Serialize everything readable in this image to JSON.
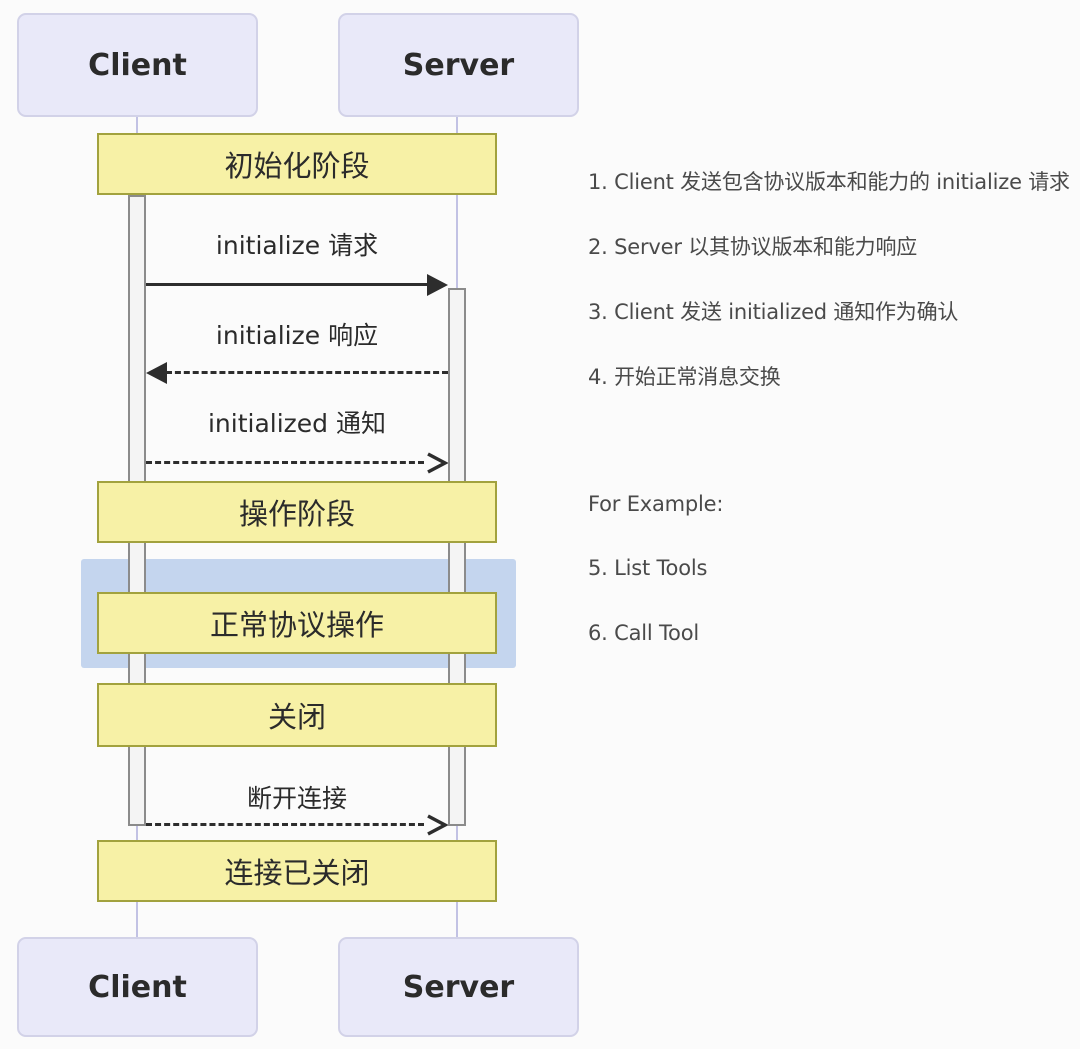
{
  "diagram": {
    "actors": {
      "client": "Client",
      "server": "Server"
    },
    "phases": [
      {
        "label": "初始化阶段"
      },
      {
        "label": "操作阶段"
      },
      {
        "label": "正常协议操作"
      },
      {
        "label": "关闭"
      },
      {
        "label": "连接已关闭"
      }
    ],
    "messages": [
      {
        "label": "initialize 请求",
        "from": "Client",
        "to": "Server",
        "line": "solid",
        "head": "filled"
      },
      {
        "label": "initialize 响应",
        "from": "Server",
        "to": "Client",
        "line": "dashed",
        "head": "filled"
      },
      {
        "label": "initialized 通知",
        "from": "Client",
        "to": "Server",
        "line": "dashed",
        "head": "open"
      },
      {
        "label": "断开连接",
        "from": "Client",
        "to": "Server",
        "line": "dashed",
        "head": "open"
      }
    ]
  },
  "annotations": {
    "steps": [
      "1. Client 发送包含协议版本和能力的 initialize 请求",
      "2. Server 以其协议版本和能力响应",
      "3. Client 发送 initialized 通知作为确认",
      "4. 开始正常消息交换"
    ],
    "example_heading": "For Example:",
    "examples": [
      "5. List Tools",
      "6.  Call Tool"
    ]
  },
  "colors": {
    "canvas_bg": "#fbfbfb",
    "actor_fill": "#e9e9f9",
    "actor_border": "#d2d2e8",
    "band_fill": "#f7f1a6",
    "band_border": "#a2a23e",
    "overlay_blue": "#c4d5ee",
    "bar_fill": "#f4f4f4",
    "bar_border": "#8b8b8b",
    "lifeline": "#c2c2e4",
    "arrow": "#2d2d2d",
    "diagram_text": "#2b2b2b",
    "note_text": "#4a4a4a"
  }
}
